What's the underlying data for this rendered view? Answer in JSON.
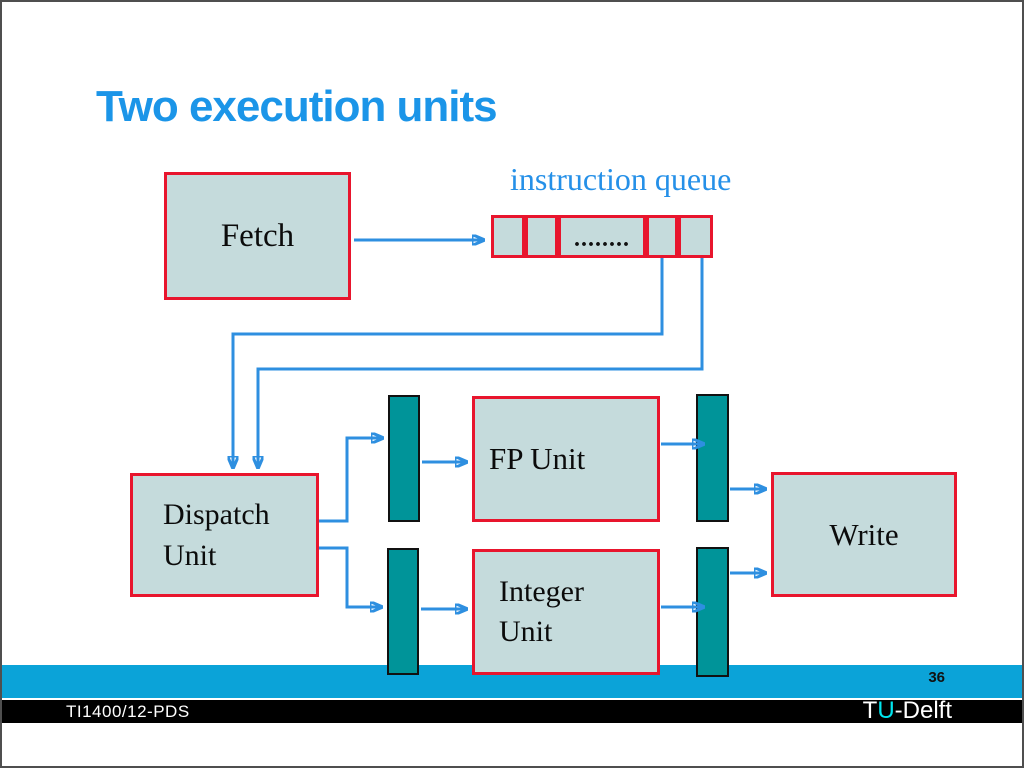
{
  "title": "Two execution units",
  "diagram": {
    "fetch_label": "Fetch",
    "queue_label": "instruction queue",
    "queue_dots": "........",
    "dispatch_label_line1": "Dispatch",
    "dispatch_label_line2": "Unit",
    "fp_label": "FP Unit",
    "integer_label_line1": "Integer",
    "integer_label_line2": "Unit",
    "write_label": "Write"
  },
  "footer": {
    "page_number": "36",
    "course_code": "TI1400/12-PDS",
    "logo": {
      "t": "T",
      "u": "U",
      "rest": "-Delft"
    }
  },
  "colors": {
    "title_blue": "#1b95e8",
    "label_blue": "#2590e8",
    "arrow_blue": "#2e8fe0",
    "box_fill": "#c5dbdc",
    "box_border_red": "#e8152d",
    "teal_bar": "#009499",
    "teal_bar_border": "#111111",
    "cyan_strip": "#0ba3d8",
    "footer_black": "#000000",
    "logo_u_cyan": "#00e5ee",
    "page_number_color": "#111111"
  }
}
